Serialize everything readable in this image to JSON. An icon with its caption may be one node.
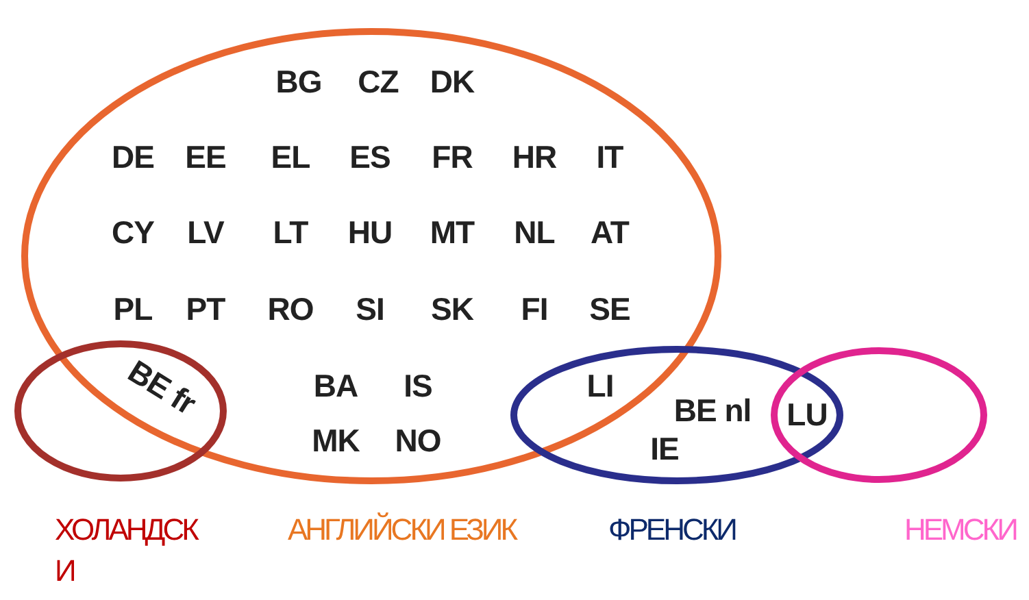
{
  "diagram": {
    "nodes": [
      {
        "text": [],
        "shape": "ellipse",
        "beside": [
          "АНГЛИЙСКИ ЕЗИК"
        ]
      },
      {
        "text": [],
        "shape": "ellipse",
        "beside": [
          "ХОЛАНДСКИ"
        ]
      },
      {
        "text": [],
        "shape": "ellipse",
        "beside": [
          "ФРЕНСКИ"
        ]
      },
      {
        "text": [],
        "shape": "ellipse",
        "beside": [
          "НЕМСКИ"
        ]
      }
    ],
    "labels": [
      "BG",
      "CZ",
      "DK",
      "DE",
      "EE",
      "EL",
      "ES",
      "FR",
      "HR",
      "IT",
      "CY",
      "LV",
      "LT",
      "HU",
      "MT",
      "NL",
      "AT",
      "PL",
      "PT",
      "RO",
      "SI",
      "SK",
      "FI",
      "SE",
      "BE fr",
      "BA",
      "IS",
      "LI",
      "BE nl",
      "LU",
      "MK",
      "NO",
      "IE"
    ]
  }
}
